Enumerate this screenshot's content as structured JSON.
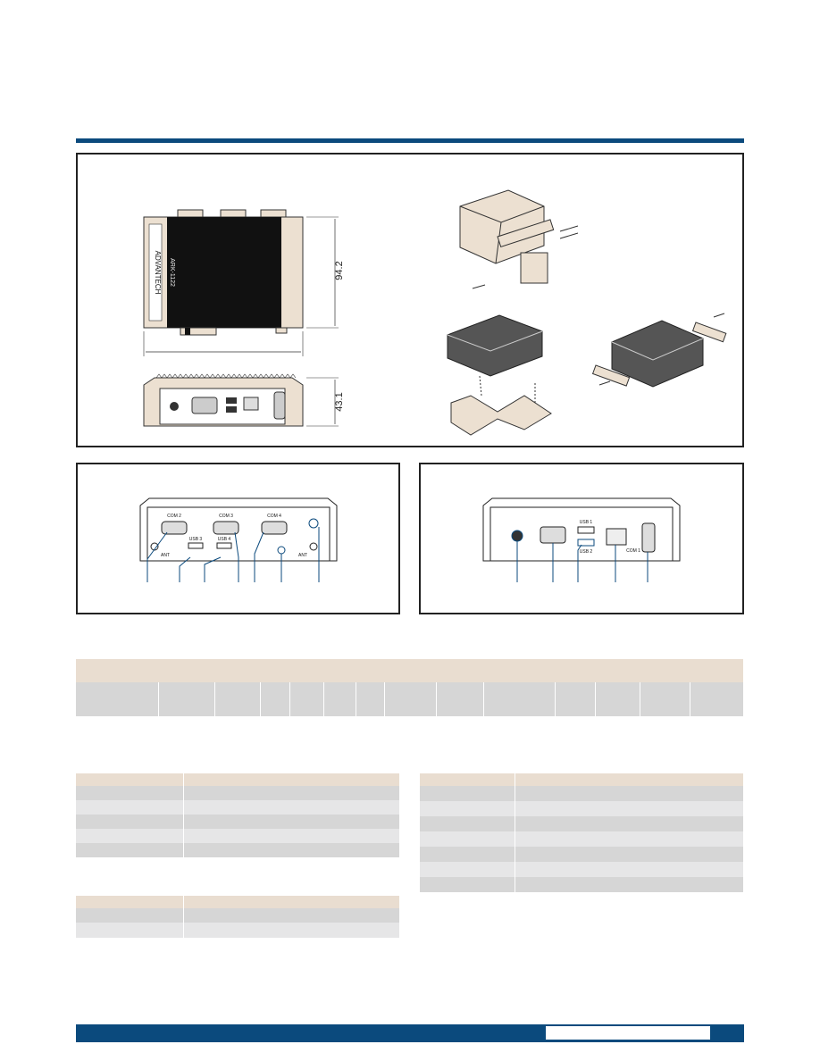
{
  "dimensions": {
    "depth_label": "94.2",
    "height_label": "43.1",
    "brand_label": "ADVANTECH",
    "model_label": "ARK-1122"
  },
  "rear_io": {
    "labels": [
      "COM 2",
      "COM 3",
      "COM 4",
      "ANT",
      "ANT"
    ],
    "usb_labels": [
      "USB 3",
      "USB 4"
    ]
  },
  "front_io": {
    "labels": [
      "COM 1"
    ],
    "usb_labels": [
      "USB 1",
      "USB 2"
    ]
  },
  "colors": {
    "accent": "#0b4a7d",
    "table_header": "#e9ddd0",
    "row_dark": "#d6d6d6",
    "row_light": "#e6e6e7",
    "chassis_beige": "#ece0d1",
    "heatsink_black": "#111111"
  }
}
